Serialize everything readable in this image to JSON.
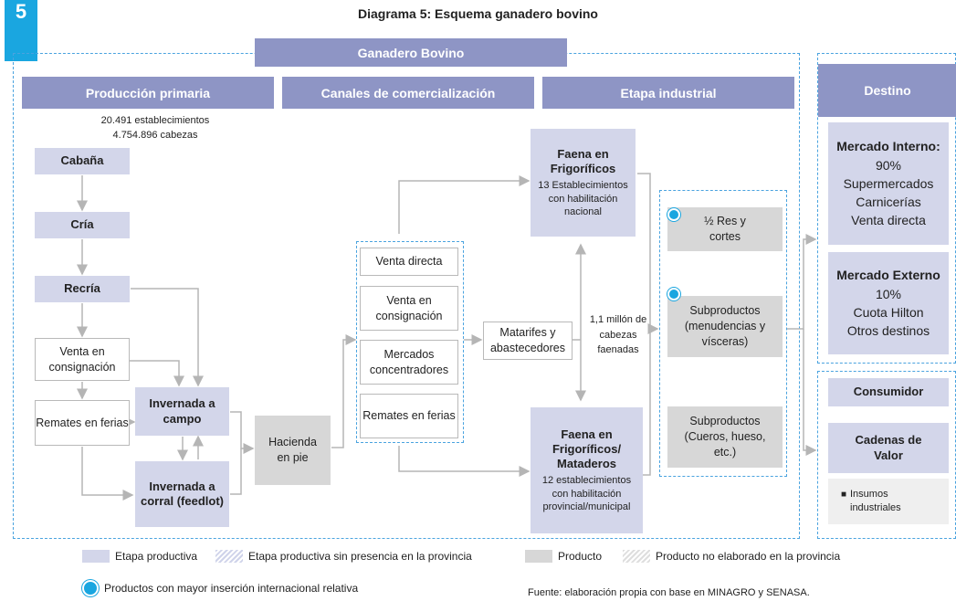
{
  "title": "Diagrama 5: Esquema ganadero bovino",
  "corner_label": "5",
  "header": "Ganadero Bovino",
  "sections": {
    "primaria": "Producción primaria",
    "canales": "Canales de comercialización",
    "industrial": "Etapa industrial",
    "destino": "Destino"
  },
  "stats": {
    "establecimientos": "20.491 establecimientos",
    "cabezas": "4.754.896 cabezas"
  },
  "primaria": {
    "cabana": "Cabaña",
    "cria": "Cría",
    "recria": "Recría",
    "venta_consignacion": "Venta en consignación",
    "remates_ferias": "Remates en ferias",
    "invernada_campo": "Invernada a campo",
    "invernada_corral": "Invernada a corral (feedlot)",
    "hacienda": "Hacienda en pie"
  },
  "canales": {
    "items": [
      "Venta directa",
      "Venta en consignación",
      "Mercados concentradores",
      "Remates en ferias"
    ],
    "matarifes": "Matarifes y abastecedores",
    "cabezas_faenadas": "1,1 millón de cabezas faenadas"
  },
  "industrial": {
    "faena_frig_title": "Faena en Frigoríficos",
    "faena_frig_detail": "13 Establecimientos con habilitación nacional",
    "faena_mat_title": "Faena en Frigoríficos/ Mataderos",
    "faena_mat_detail": "12 establecimientos con habilitación provincial/municipal",
    "productos": [
      "½ Res y cortes",
      "Subproductos (menudencias y vísceras)",
      "Subproductos (Cueros, hueso, etc.)"
    ]
  },
  "destino": {
    "interno_title": "Mercado Interno:",
    "interno_pct": "90%",
    "interno_items": [
      "Supermercados",
      "Carnicerías",
      "Venta directa"
    ],
    "externo_title": "Mercado Externo",
    "externo_pct": "10%",
    "externo_items": [
      "Cuota Hilton",
      "Otros destinos"
    ],
    "consumidor": "Consumidor",
    "cadenas": "Cadenas de Valor",
    "insumos": "Insumos industriales"
  },
  "legend": {
    "etapa_productiva": "Etapa productiva",
    "etapa_sin_presencia": "Etapa productiva sin presencia en la provincia",
    "producto": "Producto",
    "producto_no_elaborado": "Producto no elaborado en la provincia",
    "insercion": "Productos con mayor inserción internacional relativa",
    "fuente": "Fuente: elaboración propia con base en MINAGRO y SENASA."
  },
  "colors": {
    "band": "#8e95c5",
    "lavender": "#d3d6ea",
    "gray": "#d7d7d7",
    "accent": "#1aa6e0",
    "dashed": "#4aa3df"
  }
}
